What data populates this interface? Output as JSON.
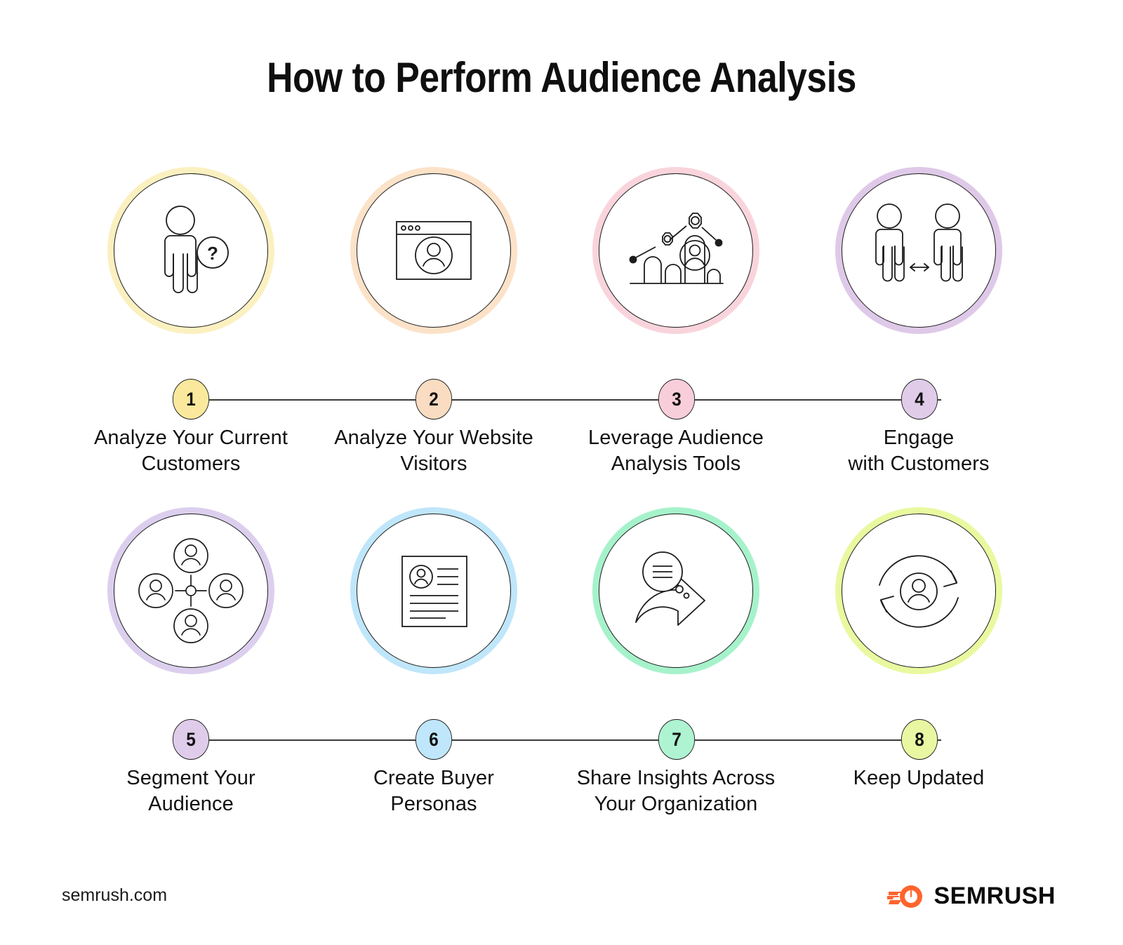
{
  "title": "How to Perform Audience Analysis",
  "footer": {
    "url": "semrush.com",
    "brand": "SEMRUSH",
    "brand_color": "#FF642D",
    "logo_icon": "semrush-comet-icon"
  },
  "theme": {
    "ink": "#1c1c1c",
    "line": "#3a3a3a",
    "background": "#ffffff"
  },
  "steps": [
    {
      "number": "1",
      "label": "Analyze Your Current\nCustomers",
      "icon": "person-with-question-icon",
      "ring_color": "#FBF0C0",
      "badge_color": "#FAE99C"
    },
    {
      "number": "2",
      "label": "Analyze Your Website\nVisitors",
      "icon": "browser-window-user-icon",
      "ring_color": "#FBE2C8",
      "badge_color": "#F9DCC1"
    },
    {
      "number": "3",
      "label": "Leverage Audience\nAnalysis Tools",
      "icon": "bar-chart-gears-user-icon",
      "ring_color": "#F9D4DC",
      "badge_color": "#F8CEDA"
    },
    {
      "number": "4",
      "label": "Engage\nwith Customers",
      "icon": "two-people-arrow-icon",
      "ring_color": "#DFC9E8",
      "badge_color": "#E0CBE9"
    },
    {
      "number": "5",
      "label": "Segment Your\nAudience",
      "icon": "four-users-network-icon",
      "ring_color": "#DCCFEE",
      "badge_color": "#DFCCEA"
    },
    {
      "number": "6",
      "label": "Create Buyer\nPersonas",
      "icon": "persona-document-icon",
      "ring_color": "#BFE6FA",
      "badge_color": "#BFE6FA"
    },
    {
      "number": "7",
      "label": "Share Insights Across\nYour Organization",
      "icon": "share-arrow-document-icon",
      "ring_color": "#A6F2CB",
      "badge_color": "#AEF3D2"
    },
    {
      "number": "8",
      "label": "Keep Updated",
      "icon": "refresh-cycle-user-icon",
      "ring_color": "#E8F9A0",
      "badge_color": "#E9F7A2"
    }
  ]
}
